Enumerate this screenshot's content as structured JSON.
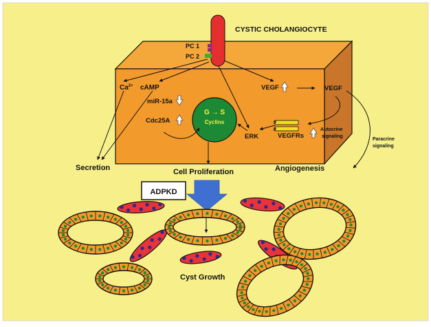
{
  "colors": {
    "background": "#f7f08a",
    "cell_front": "#f39a2c",
    "cell_top": "#f5a83a",
    "cell_side": "#c9762a",
    "nucleus": "#1c8a34",
    "nucleus_text": "#f2f24a",
    "cilium": "#e52f2f",
    "vessel_red": "#e8333a",
    "vessel_dot": "#2a2a8c",
    "cyst_ring": "#f39a2c",
    "arrow_blue": "#3f6fd1",
    "stroke": "#111111"
  },
  "cell": {
    "title": "CYSTIC CHOLANGIOCYTE",
    "pc1": "PC 1",
    "pc2": "PC 2",
    "calcium": "Ca",
    "calcium_sup": "2+",
    "camp": "cAMP",
    "mir15a": "miR-15a",
    "cdc25a": "Cdc25A",
    "vegf_inside": "VEGF",
    "erk": "ERK",
    "vegfrs": "VEGFRs"
  },
  "nucleus": {
    "phase": "G → S",
    "cyclins": "Cyclins"
  },
  "signals": {
    "vegf_outside": "VEGF",
    "autocrine_line1": "Autocrine",
    "autocrine_line2": "signaling",
    "paracrine_line1": "Paracrine",
    "paracrine_line2": "signaling"
  },
  "outcomes": {
    "secretion": "Secretion",
    "proliferation": "Cell Proliferation",
    "angiogenesis": "Angiogenesis",
    "disease": "ADPKD",
    "cyst_growth": "Cyst Growth"
  },
  "indicators": {
    "vegf": "up",
    "mir15a": "down",
    "cdc25a": "up",
    "vegfrs": "up"
  }
}
